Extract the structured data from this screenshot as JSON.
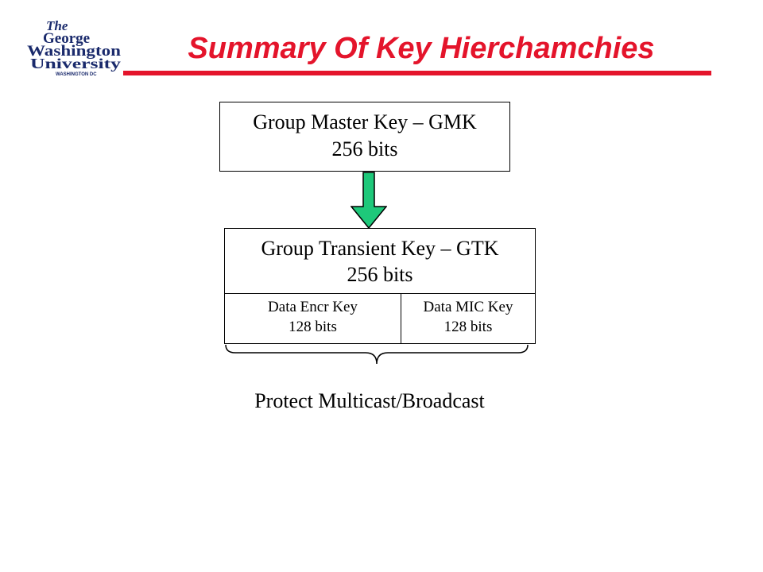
{
  "logo": {
    "line1": "The",
    "line2": "George",
    "line3": "Washington",
    "line4": "University",
    "line5": "WASHINGTON DC"
  },
  "title": "Summary Of Key Hierchamchies",
  "gmk": {
    "name": "Group Master Key – GMK",
    "size": "256 bits"
  },
  "gtk": {
    "name": "Group Transient Key – GTK",
    "size": "256 bits",
    "enc_key": {
      "name": "Data Encr Key",
      "size": "128 bits"
    },
    "mic_key": {
      "name": "Data MIC Key",
      "size": "128 bits"
    }
  },
  "caption": "Protect Multicast/Broadcast",
  "colors": {
    "title": "#e4142b",
    "arrow_fill": "#1ec87a",
    "logo": "#1a2a6c"
  }
}
